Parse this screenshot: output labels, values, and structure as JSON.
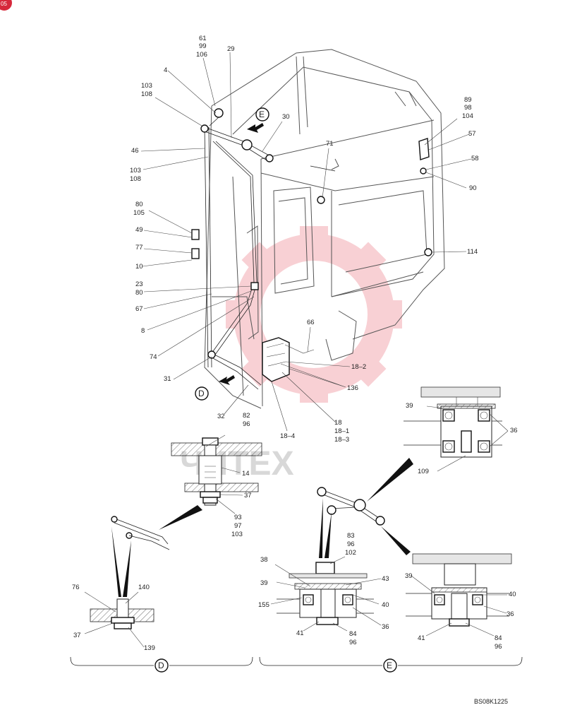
{
  "watermark_text": "ЧИТЕХ",
  "drawing_code": "BS08K1225",
  "corner_badge": "05",
  "view_letters": {
    "d": "D",
    "e": "E"
  },
  "callouts": [
    {
      "id": "c61",
      "text": "61"
    },
    {
      "id": "c99",
      "text": "99"
    },
    {
      "id": "c106",
      "text": "106"
    },
    {
      "id": "c29",
      "text": "29"
    },
    {
      "id": "c4",
      "text": "4"
    },
    {
      "id": "c103a",
      "text": "103"
    },
    {
      "id": "c108a",
      "text": "108"
    },
    {
      "id": "c30",
      "text": "30"
    },
    {
      "id": "c46",
      "text": "46"
    },
    {
      "id": "c103b",
      "text": "103"
    },
    {
      "id": "c108b",
      "text": "108"
    },
    {
      "id": "c71",
      "text": "71"
    },
    {
      "id": "c89",
      "text": "89"
    },
    {
      "id": "c98",
      "text": "98"
    },
    {
      "id": "c104",
      "text": "104"
    },
    {
      "id": "c57",
      "text": "57"
    },
    {
      "id": "c58",
      "text": "58"
    },
    {
      "id": "c90",
      "text": "90"
    },
    {
      "id": "c80a",
      "text": "80"
    },
    {
      "id": "c105",
      "text": "105"
    },
    {
      "id": "c49",
      "text": "49"
    },
    {
      "id": "c77",
      "text": "77"
    },
    {
      "id": "c10",
      "text": "10"
    },
    {
      "id": "c114",
      "text": "114"
    },
    {
      "id": "c23",
      "text": "23"
    },
    {
      "id": "c80b",
      "text": "80"
    },
    {
      "id": "c67",
      "text": "67"
    },
    {
      "id": "c8",
      "text": "8"
    },
    {
      "id": "c66",
      "text": "66"
    },
    {
      "id": "c74",
      "text": "74"
    },
    {
      "id": "c18_2",
      "text": "18–2"
    },
    {
      "id": "c31",
      "text": "31"
    },
    {
      "id": "c136",
      "text": "136"
    },
    {
      "id": "c39a",
      "text": "39"
    },
    {
      "id": "c32",
      "text": "32"
    },
    {
      "id": "c82",
      "text": "82"
    },
    {
      "id": "c96a",
      "text": "96"
    },
    {
      "id": "c18",
      "text": "18"
    },
    {
      "id": "c18_1",
      "text": "18–1"
    },
    {
      "id": "c18_3",
      "text": "18–3"
    },
    {
      "id": "c18_4",
      "text": "18–4"
    },
    {
      "id": "c36a",
      "text": "36"
    },
    {
      "id": "c14",
      "text": "14"
    },
    {
      "id": "c109",
      "text": "109"
    },
    {
      "id": "c37a",
      "text": "37"
    },
    {
      "id": "c93",
      "text": "93"
    },
    {
      "id": "c97",
      "text": "97"
    },
    {
      "id": "c103c",
      "text": "103"
    },
    {
      "id": "c83",
      "text": "83"
    },
    {
      "id": "c96b",
      "text": "96"
    },
    {
      "id": "c102",
      "text": "102"
    },
    {
      "id": "c38",
      "text": "38"
    },
    {
      "id": "c43",
      "text": "43"
    },
    {
      "id": "c39b",
      "text": "39"
    },
    {
      "id": "c39c",
      "text": "39"
    },
    {
      "id": "c76",
      "text": "76"
    },
    {
      "id": "c140",
      "text": "140"
    },
    {
      "id": "c155",
      "text": "155"
    },
    {
      "id": "c40a",
      "text": "40"
    },
    {
      "id": "c40b",
      "text": "40"
    },
    {
      "id": "c36b",
      "text": "36"
    },
    {
      "id": "c36c",
      "text": "36"
    },
    {
      "id": "c37b",
      "text": "37"
    },
    {
      "id": "c41a",
      "text": "41"
    },
    {
      "id": "c84a",
      "text": "84"
    },
    {
      "id": "c96c",
      "text": "96"
    },
    {
      "id": "c41b",
      "text": "41"
    },
    {
      "id": "c84b",
      "text": "84"
    },
    {
      "id": "c96d",
      "text": "96"
    },
    {
      "id": "c139",
      "text": "139"
    }
  ]
}
